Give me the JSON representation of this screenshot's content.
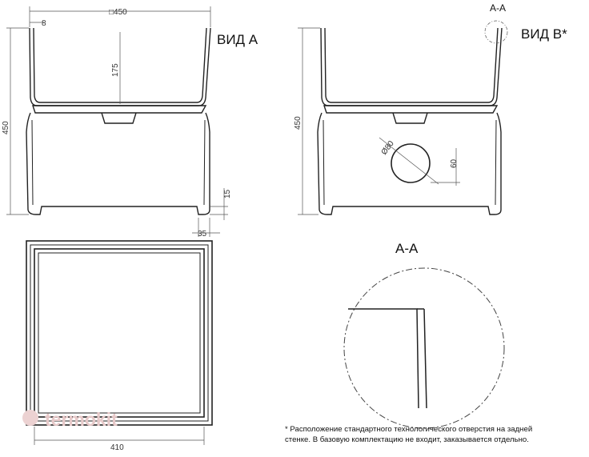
{
  "labels": {
    "view_a": "ВИД А",
    "view_b": "ВИД В*",
    "section_mark": "А-А",
    "section_title": "А-А"
  },
  "dimensions": {
    "top_width": "□450",
    "wall": "8",
    "depth": "175",
    "height_left": "450",
    "height_right": "450",
    "foot_height": "15",
    "foot_width": "35",
    "bottom_width": "410",
    "hole_diameter": "Ø80",
    "hole_offset": "60"
  },
  "footnote": {
    "line1": "* Расположение стандартного технологического отверстия на задней",
    "line2": "стенке. В базовую комплектацию не входит, заказывается отдельно."
  },
  "watermark": {
    "text": "termokit",
    "color": "#e7c9c9"
  }
}
